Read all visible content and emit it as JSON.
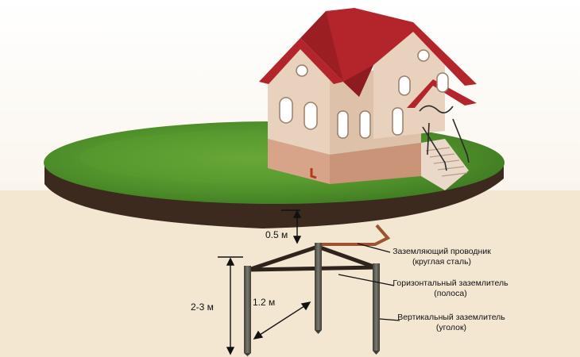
{
  "labels": {
    "depth": "0.5 м",
    "height": "2-3 м",
    "spacing": "1.2 м",
    "conductor_line1": "Заземляющий проводник",
    "conductor_line2": "(круглая сталь)",
    "horizontal_line1": "Горизонтальный заземлитель",
    "horizontal_line2": "(полоса)",
    "vertical_line1": "Вертикальный заземлитель",
    "vertical_line2": "(уголок)"
  },
  "colors": {
    "ground": "#f3e7d2",
    "grass": "#4f8f2a",
    "soil": "#3b2a1d",
    "roof": "#b3252a",
    "walls": "#e8d2bd",
    "foundation": "#d7a48a",
    "rods": "#5a5a52",
    "strip": "#2f241c",
    "wire": "#9c5330"
  }
}
